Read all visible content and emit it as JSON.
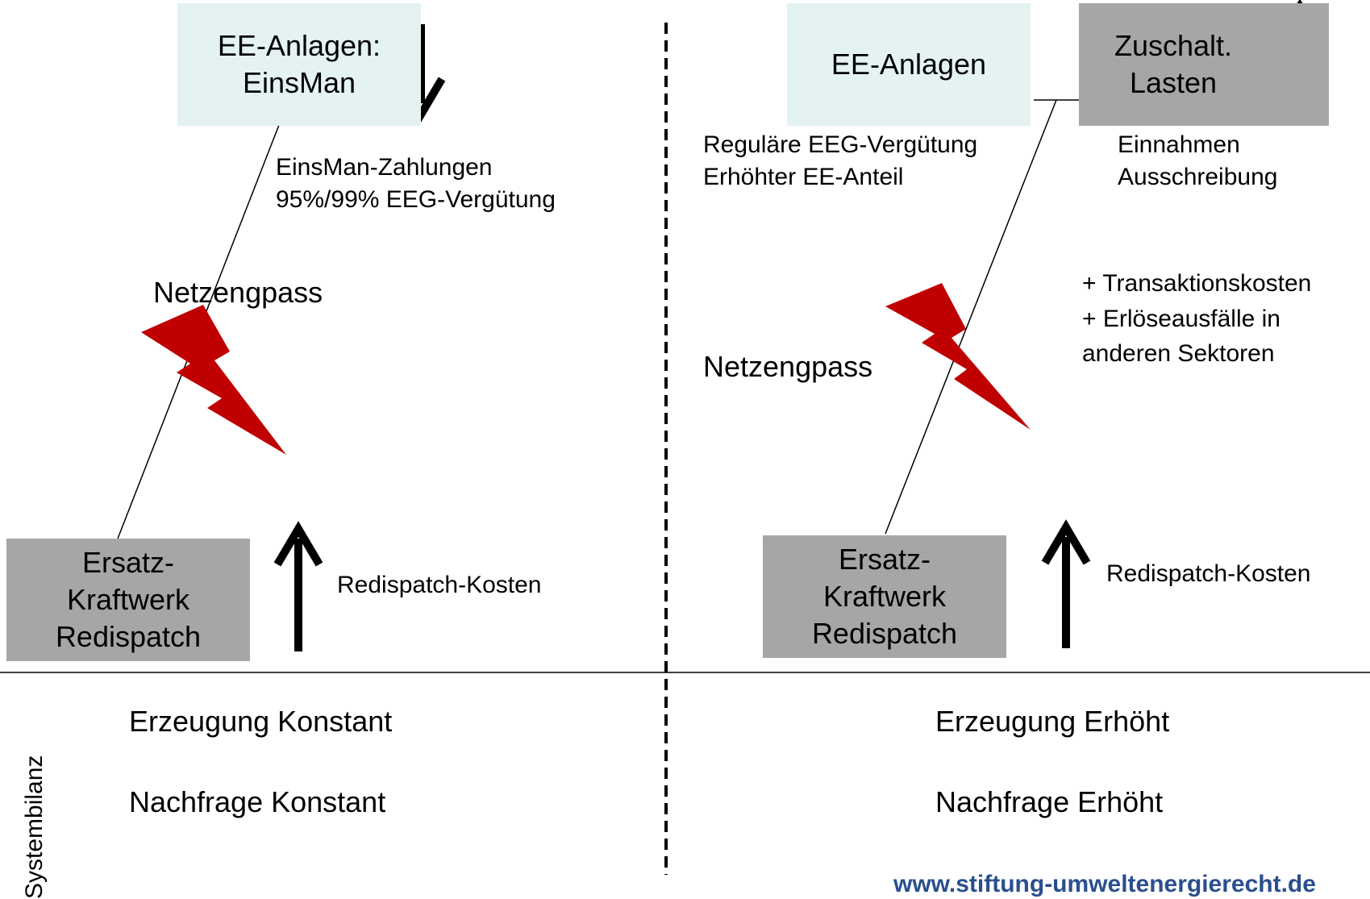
{
  "left": {
    "ee_box": "EE-Anlagen:\nEinsMan",
    "payments": "EinsMan-Zahlungen\n95%/99% EEG-Vergütung",
    "congestion": "Netzengpass",
    "plant_box": "Ersatz-\nKraftwerk\nRedispatch",
    "redispatch_costs": "Redispatch-Kosten",
    "generation": "Erzeugung Konstant",
    "demand": "Nachfrage Konstant"
  },
  "right": {
    "ee_box": "EE-Anlagen",
    "loads_box": "Zuschalt.\nLasten",
    "ee_effects": "Reguläre EEG-Vergütung\nErhöhter EE-Anteil",
    "revenue": "Einnahmen\nAusschreibung",
    "extra_costs": "+ Transaktionskosten\n+ Erlöseausfälle in\n   anderen Sektoren",
    "congestion": "Netzengpass",
    "plant_box": "Ersatz-\nKraftwerk\nRedispatch",
    "redispatch_costs": "Redispatch-Kosten",
    "generation": "Erzeugung Erhöht",
    "demand": "Nachfrage Erhöht"
  },
  "system_balance_label": "Systembilanz",
  "website": "www.stiftung-umweltenergierecht.de",
  "colors": {
    "light_box": "#e4f3f2",
    "grey_box": "#a6a6a6",
    "lightning": "#c00000",
    "url": "#2a4f8f"
  }
}
